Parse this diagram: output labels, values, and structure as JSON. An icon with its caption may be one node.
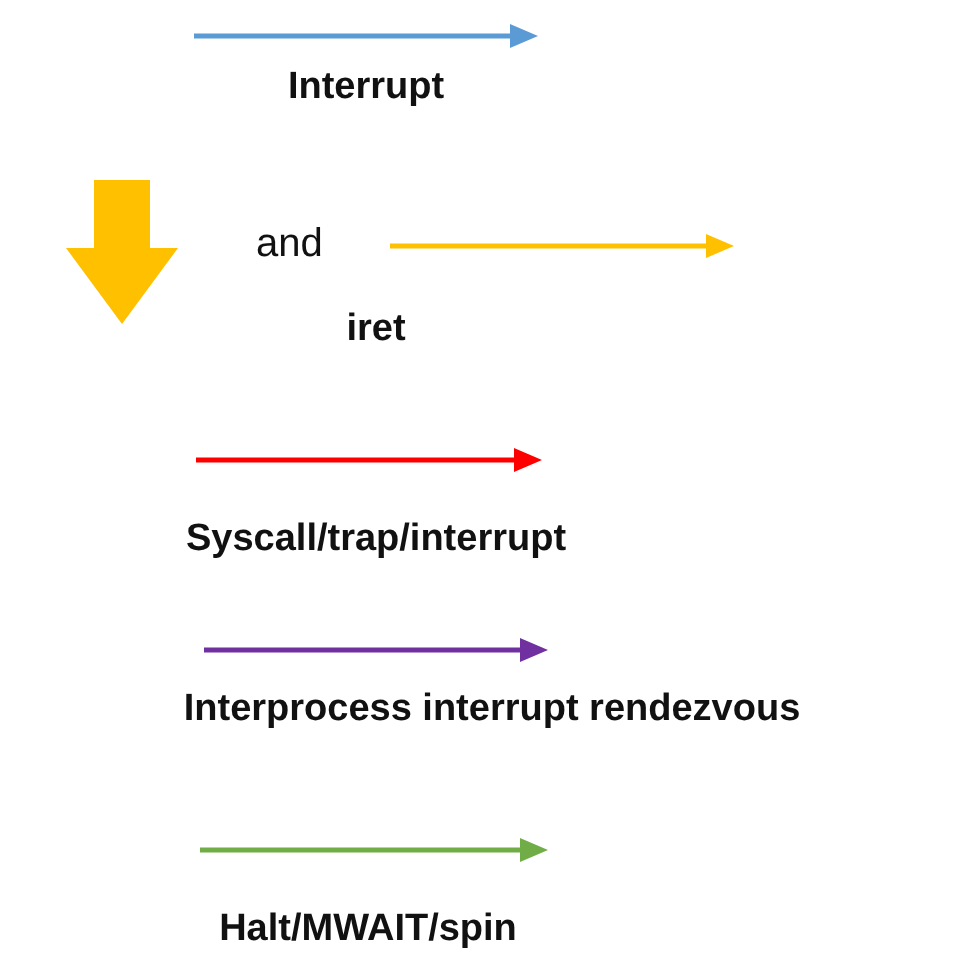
{
  "diagram": {
    "labels": [
      "and"
    ],
    "legend": [
      {
        "text": "Interrupt",
        "color": "#5b9bd5"
      },
      {
        "text": "iret",
        "color": "#ffc000"
      },
      {
        "text": "Syscall/trap/interrupt",
        "color": "#ff0000"
      },
      {
        "text": "Interprocess interrupt rendezvous",
        "color": "#7030a0"
      },
      {
        "text": "Halt/MWAIT/spin",
        "color": "#70ad47"
      }
    ]
  }
}
